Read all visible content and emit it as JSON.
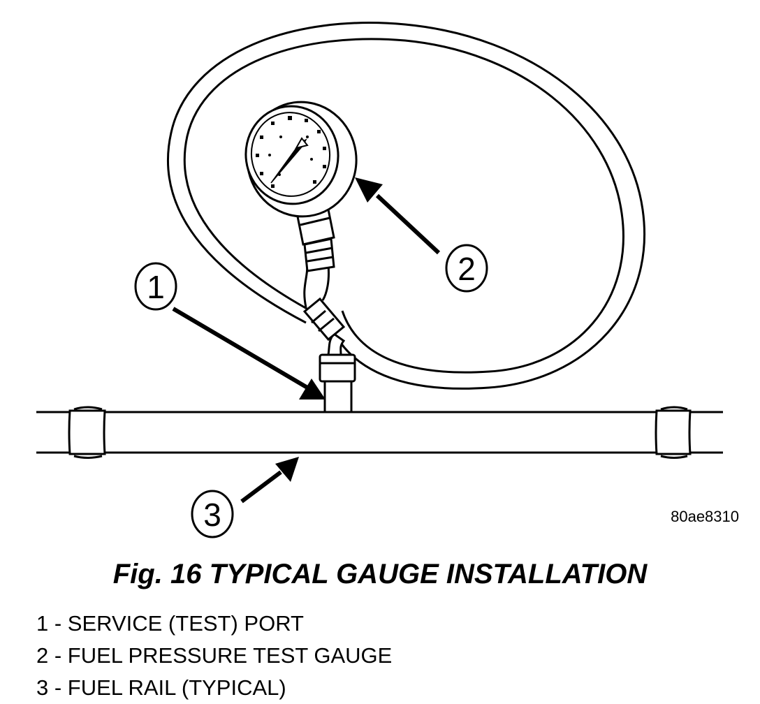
{
  "figure": {
    "image_code": "80ae8310",
    "callouts": [
      "1",
      "2",
      "3"
    ]
  },
  "caption": "Fig. 16 TYPICAL GAUGE INSTALLATION",
  "legend": [
    "1 - SERVICE (TEST) PORT",
    "2 - FUEL PRESSURE TEST GAUGE",
    "3 - FUEL RAIL (TYPICAL)"
  ]
}
